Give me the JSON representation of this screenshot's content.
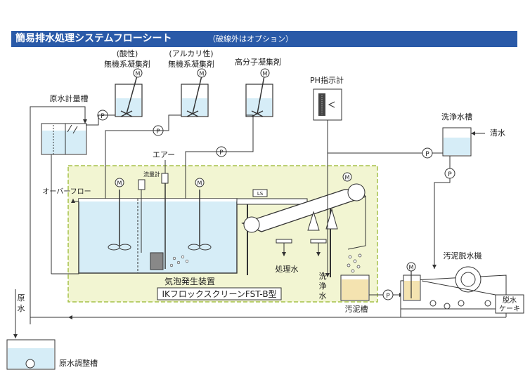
{
  "title": {
    "main": "簡易排水処理システムフローシート",
    "note": "（破線外はオプション）"
  },
  "colors": {
    "title_bar": "#2a5aa8",
    "option_area_fill": "#f2f5d2",
    "option_area_border": "#a6c24a",
    "water": "#d6edf7",
    "sludge": "#f4e3b0",
    "line": "#333333"
  },
  "labels": {
    "acid_note": "(酸性)",
    "acid_coagulant": "無機系凝集剤",
    "alkali_note": "(アルカリ性)",
    "alkali_coagulant": "無機系凝集剤",
    "polymer_coagulant": "高分子凝集剤",
    "ph_meter": "PH指示計",
    "raw_water_metering_tank": "原水計量槽",
    "air": "エアー",
    "flow_meter": "流量計",
    "overflow": "オーバーフロー",
    "bubble_generator": "気泡発生装置",
    "product_name": "IKフロックスクリーンFST-B型",
    "treated_water": "処理水",
    "wash_water_vertical": [
      "洗",
      "浄",
      "水"
    ],
    "sludge_tank": "汚泥槽",
    "wash_water_tank": "洗浄水槽",
    "clean_water": "清水",
    "sludge_dewatering_machine": "汚泥脱水機",
    "dewatered_cake": [
      "脱水",
      "ケーキ"
    ],
    "raw_water_vertical": [
      "原",
      "水"
    ],
    "raw_water_adjustment_tank": "原水調整槽",
    "pump": "P",
    "motor": "M",
    "level_switch": "LS"
  }
}
